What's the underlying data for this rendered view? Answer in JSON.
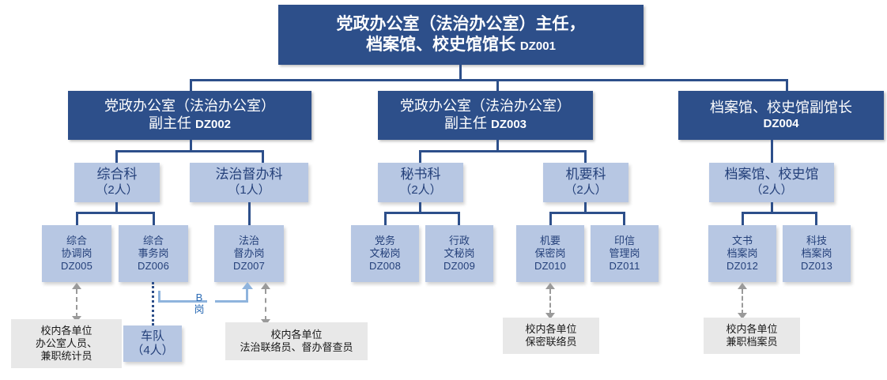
{
  "colors": {
    "dark_blue": "#2d4f8a",
    "light_blue_box": "#b7c7e3",
    "gray_box": "#e8e8e8",
    "accent_blue_arrow": "#8fb4dd",
    "text_on_dark": "#ffffff",
    "text_on_light": "#24407a"
  },
  "level1": {
    "line1": "党政办公室（法治办公室）主任，",
    "line2": "档案馆、校史馆馆长",
    "code": "DZ001"
  },
  "level2": [
    {
      "line1": "党政办公室（法治办公室）",
      "line2": "副主任",
      "code": "DZ002"
    },
    {
      "line1": "党政办公室（法治办公室）",
      "line2": "副主任",
      "code": "DZ003"
    },
    {
      "line1": "档案馆、校史馆副馆长",
      "line2": "",
      "code": "DZ004"
    }
  ],
  "level3": [
    {
      "name": "综合科",
      "count": "（2人）"
    },
    {
      "name": "法治督办科",
      "count": "（1人）"
    },
    {
      "name": "秘书科",
      "count": "（2人）"
    },
    {
      "name": "机要科",
      "count": "（2人）"
    },
    {
      "name": "档案馆、校史馆",
      "count": "（2人）"
    }
  ],
  "level4": [
    {
      "line1": "综合",
      "line2": "协调岗",
      "code": "DZ005"
    },
    {
      "line1": "综合",
      "line2": "事务岗",
      "code": "DZ006"
    },
    {
      "line1": "法治",
      "line2": "督办岗",
      "code": "DZ007"
    },
    {
      "line1": "党务",
      "line2": "文秘岗",
      "code": "DZ008"
    },
    {
      "line1": "行政",
      "line2": "文秘岗",
      "code": "DZ009"
    },
    {
      "line1": "机要",
      "line2": "保密岗",
      "code": "DZ010"
    },
    {
      "line1": "印信",
      "line2": "管理岗",
      "code": "DZ011"
    },
    {
      "line1": "文书",
      "line2": "档案岗",
      "code": "DZ012"
    },
    {
      "line1": "科技",
      "line2": "档案岗",
      "code": "DZ013"
    }
  ],
  "fleet": {
    "name": "车队",
    "count": "（4人）"
  },
  "b_post": {
    "line1": "B",
    "line2": "岗"
  },
  "gray_boxes": [
    {
      "line1": "校内各单位",
      "line2": "办公室人员、",
      "line3": "兼职统计员"
    },
    {
      "line1": "校内各单位",
      "line2": "法治联络员、督办督查员",
      "line3": ""
    },
    {
      "line1": "校内各单位",
      "line2": "保密联络员",
      "line3": ""
    },
    {
      "line1": "校内各单位",
      "line2": "兼职档案员",
      "line3": ""
    }
  ]
}
